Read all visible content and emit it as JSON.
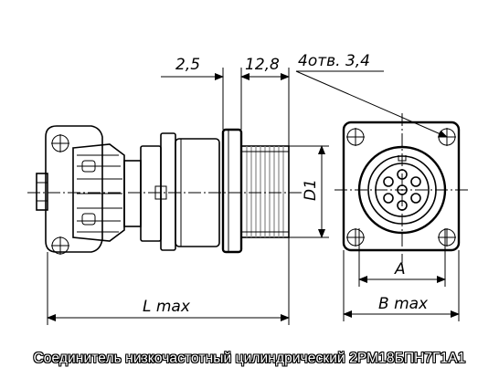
{
  "dimensions": {
    "d1": "2,5",
    "d2": "12,8",
    "holes": "4отв. 3,4",
    "diameter": "D1",
    "length": "L max",
    "a": "A",
    "b": "B max"
  },
  "caption": "Соединитель низкочастотный цилиндрический 2РМ18БПН7Г1А1"
}
